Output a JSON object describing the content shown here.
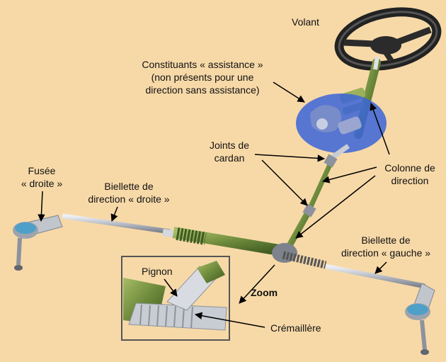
{
  "colors": {
    "background": "#f7d9a8",
    "frame": "#555555",
    "metal": "#c9ccd3",
    "column": "#6d8a3b",
    "rubber": "#3f5a27",
    "assist_ellipse": "#3b64d8",
    "arrow": "#000000"
  },
  "labels": {
    "volant": "Volant",
    "assistance": [
      "Constituants « assistance »",
      "(non présents pour une",
      "direction sans assistance)"
    ],
    "joints": [
      "Joints de",
      "cardan"
    ],
    "colonne": [
      "Colonne de",
      "direction"
    ],
    "fusee": [
      "Fusée",
      "« droite »"
    ],
    "biellette_droite": [
      "Biellette de",
      "direction « droite »"
    ],
    "biellette_gauche": [
      "Biellette de",
      "direction « gauche »"
    ],
    "pignon": "Pignon",
    "zoom": "Zoom",
    "cremaillere": "Crémaillère"
  }
}
